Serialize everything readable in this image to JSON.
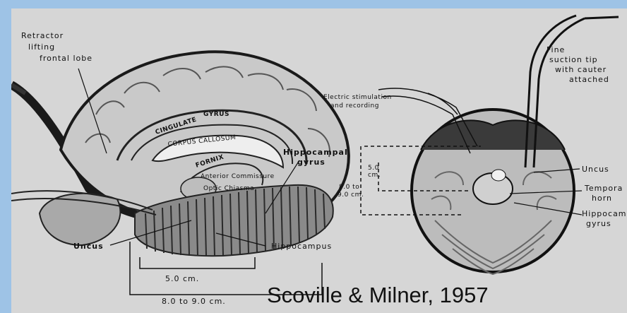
{
  "labels": {
    "retractor": [
      "Retractor",
      "lifting",
      "frontal lobe"
    ],
    "cingulate": "CINGULATE",
    "gyrus": "GYRUS",
    "corpus_callosum": "CORPUS   CALLOSUM",
    "fornix": "FORNIX",
    "anterior_commissure": "Anterior Commissure",
    "optic_chiasma": "Optic Chiasma",
    "hippocampal_gyrus": [
      "Hippocampal",
      "gyrus"
    ],
    "uncus_left": "Uncus",
    "hippocampus": "Hippocampus",
    "dim_short": "5.0 cm.",
    "dim_long": "8.0 to 9.0 cm.",
    "electric": [
      "Electric stimulation",
      "and recording"
    ],
    "fine_suction": [
      "Fine",
      "suction tip",
      "with cauter",
      "attached"
    ],
    "dim_50": [
      "5.0",
      "cm."
    ],
    "dim_range": [
      "8.0 to",
      "9.0 cm."
    ],
    "uncus_right": "Uncus",
    "temporal_horn": [
      "Tempora",
      "horn"
    ],
    "hippocampal_gyrus_right": [
      "Hippocam",
      "gyrus"
    ]
  },
  "caption": "Scoville & Milner, 1957",
  "colors": {
    "border": "#9ec3e6",
    "photo": "#d9d9d9",
    "ink": "#111111"
  }
}
